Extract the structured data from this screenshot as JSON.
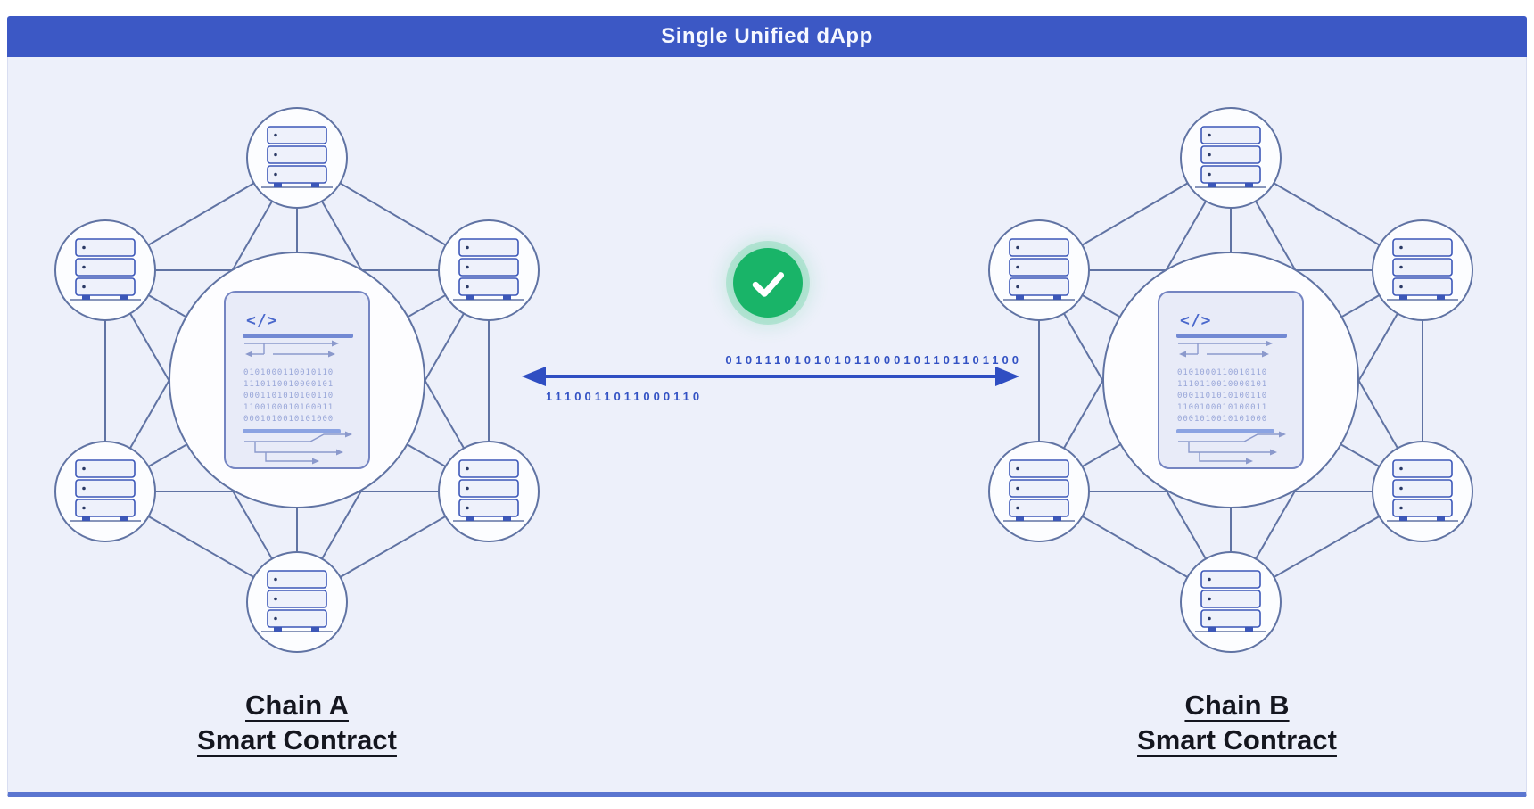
{
  "header": {
    "title": "Single Unified dApp"
  },
  "colors": {
    "header_bg": "#3c58c5",
    "panel_bg": "#edf0fa",
    "network_line": "#6073a3",
    "accent_blue": "#2f4ec2",
    "success_green": "#19b468",
    "doc_fill": "#e8ebf8"
  },
  "message": {
    "binary_top": "010111010101011000101101101100",
    "binary_bottom": "1110011011000110"
  },
  "networks": {
    "left": {
      "label_line1": "Chain A",
      "label_line2": "Smart Contract"
    },
    "right": {
      "label_line1": "Chain B",
      "label_line2": "Smart Contract"
    }
  },
  "document": {
    "code_icon": "</>",
    "binary_rows": [
      "0101000110010110",
      "1110110010000101",
      "0001101010100110",
      "1100100010100011",
      "0001010010101000"
    ]
  }
}
